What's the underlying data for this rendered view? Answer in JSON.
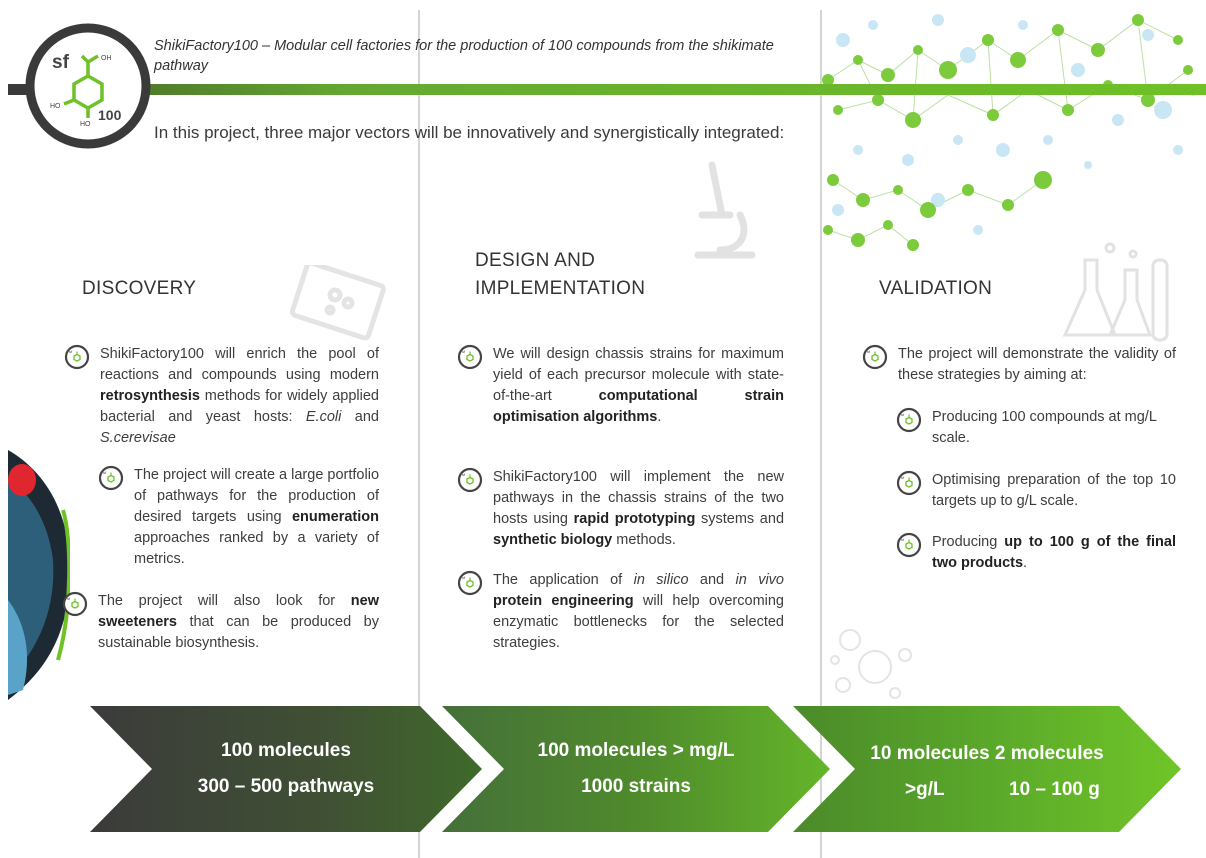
{
  "header": {
    "title": "ShikiFactory100 – Modular cell factories for the production of 100 compounds from the shikimate pathway",
    "intro": "In this project, three major vectors will be innovatively and synergistically integrated:",
    "logo_text": "sf",
    "logo_number": "100"
  },
  "columns": [
    {
      "heading": "DISCOVERY",
      "bullets": [
        {
          "parts": [
            "ShikiFactory100 will enrich the pool of reactions and compounds using modern ",
            "retrosynthesis",
            " methods for widely applied bacterial and yeast hosts: ",
            "E.coli",
            " and ",
            "S.cerevisae"
          ]
        },
        {
          "parts": [
            "The project will create a large portfolio of pathways for the production of desired targets using ",
            "enumeration",
            " approaches ranked by a variety of metrics."
          ]
        },
        {
          "parts": [
            "The project will also look for ",
            "new sweeteners",
            " that can be produced by sustainable biosynthesis."
          ]
        }
      ]
    },
    {
      "heading": "DESIGN AND IMPLEMENTATION",
      "heading_line1": "DESIGN AND",
      "heading_line2": "IMPLEMENTATION",
      "bullets": [
        {
          "parts": [
            "We will design chassis strains for maximum yield of each precursor molecule with state-of-the-art ",
            "computational strain optimisation algorithms",
            "."
          ]
        },
        {
          "parts": [
            "ShikiFactory100 will implement the new pathways in the chassis strains of the two hosts using ",
            "rapid prototyping",
            " systems and ",
            "synthetic biology",
            " methods."
          ]
        },
        {
          "parts": [
            "The application of ",
            "in silico",
            " and ",
            "in vivo",
            " ",
            "protein engineering",
            " will help overcoming enzymatic bottlenecks for the selected strategies."
          ]
        }
      ]
    },
    {
      "heading": "VALIDATION",
      "bullets": [
        {
          "parts": [
            "The project will demonstrate the validity of these strategies by aiming at:"
          ]
        },
        {
          "parts": [
            "Producing 100 compounds at mg/L scale."
          ]
        },
        {
          "parts": [
            "Optimising preparation of the top 10 targets up to g/L scale."
          ]
        },
        {
          "parts": [
            "Producing ",
            "up to 100 g of the final two products",
            "."
          ]
        }
      ]
    }
  ],
  "arrows": [
    {
      "line1": "100 molecules",
      "line2": "300 – 500 pathways"
    },
    {
      "line1": "100 molecules  > mg/L",
      "line2": "1000 strains"
    },
    {
      "line1": "10 molecules  2 molecules",
      "line2a": ">g/L",
      "line2b": "10 – 100 g"
    }
  ],
  "colors": {
    "green_bright": "#6fc127",
    "green_dark": "#4f7a2a",
    "arrow_dark": "#3e3e3e",
    "text": "#333333"
  },
  "icons": [
    "bullet-molecule-icon",
    "microscope-icon",
    "computer-icon",
    "flasks-icon",
    "molecule-network-decoration"
  ]
}
